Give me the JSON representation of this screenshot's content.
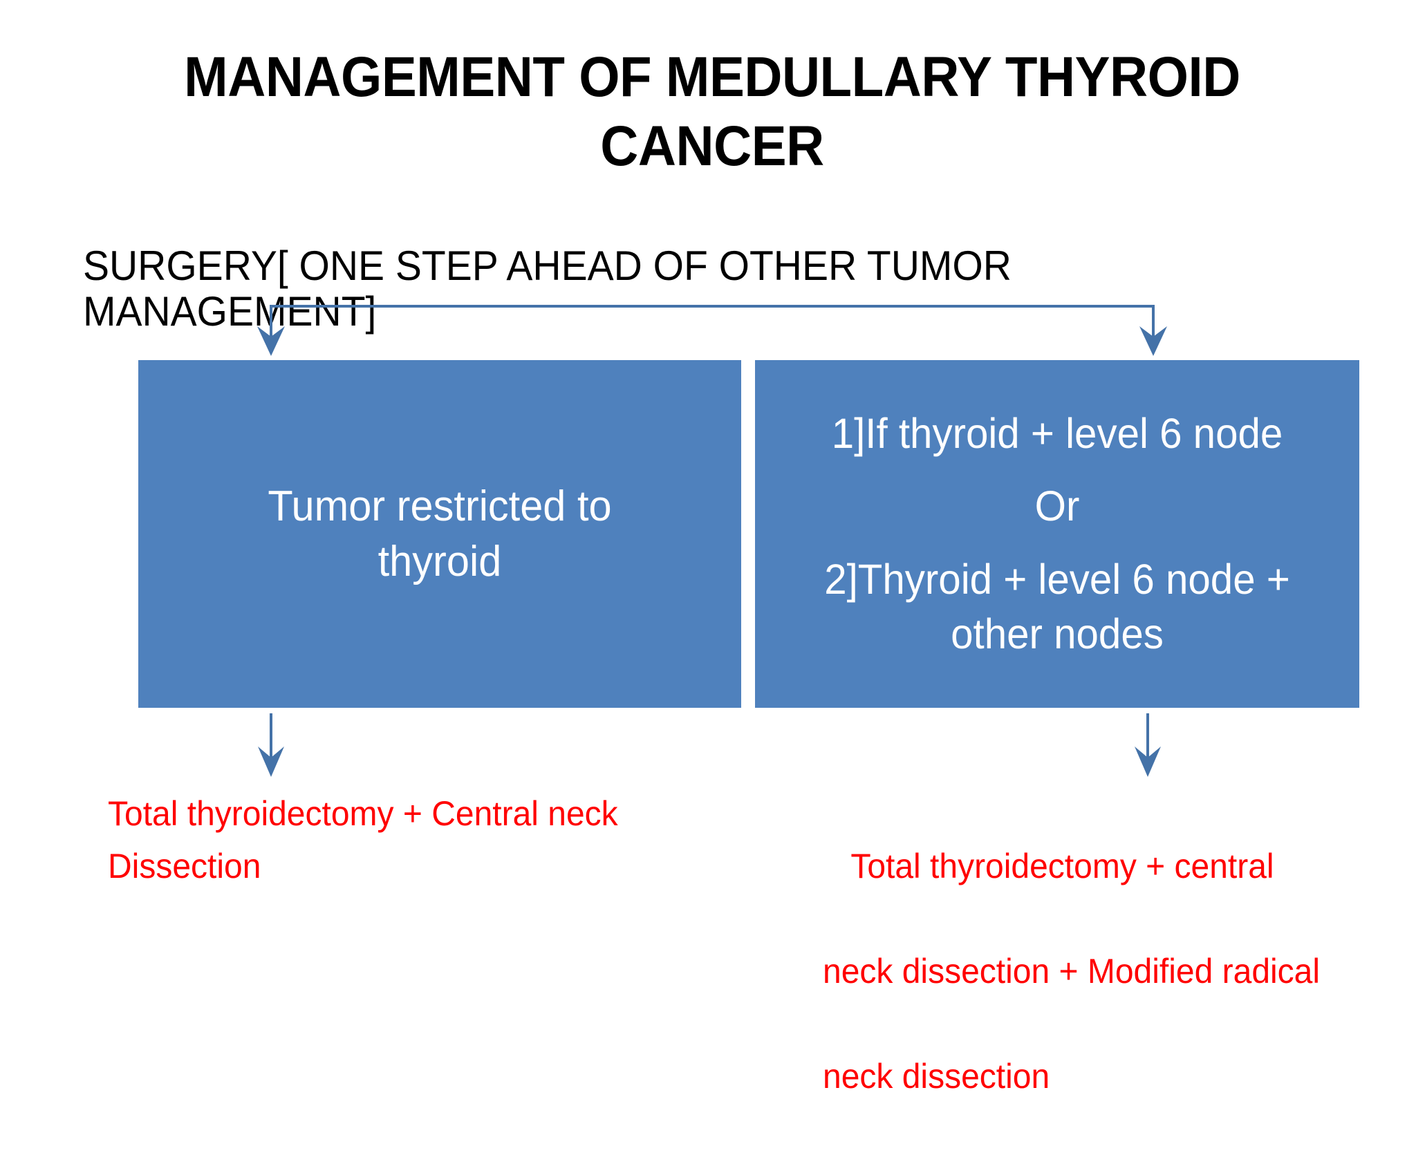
{
  "slide": {
    "background_color": "#FFFFFF",
    "title": "MANAGEMENT OF MEDULLARY THYROID\nCANCER",
    "subtitle": "SURGERY[ ONE STEP AHEAD OF OTHER TUMOR MANAGEMENT]"
  },
  "theme": {
    "box_fill": "#4F81BD",
    "box_text_color": "#FFFFFF",
    "connector_color": "#4472A8",
    "outcome_text_color": "#FF0000",
    "title_color": "#000000"
  },
  "branches": {
    "left": {
      "box_text": "Tumor restricted to\nthyroid",
      "outcome_text": "Total thyroidectomy + Central neck\nDissection"
    },
    "right": {
      "box_lines": [
        "1]If thyroid + level 6 node",
        "Or",
        "2]Thyroid + level 6 node +\nother nodes"
      ],
      "outcome_lines": [
        "Total thyroidectomy + central",
        "neck dissection + Modified radical",
        "neck dissection"
      ]
    }
  },
  "connectors": {
    "split_arrow_left_label": "arrow-down-to-left-box",
    "split_arrow_right_label": "arrow-down-to-right-box",
    "left_box_to_outcome_label": "arrow-down-left-outcome",
    "right_box_to_outcome_label": "arrow-down-right-outcome"
  }
}
